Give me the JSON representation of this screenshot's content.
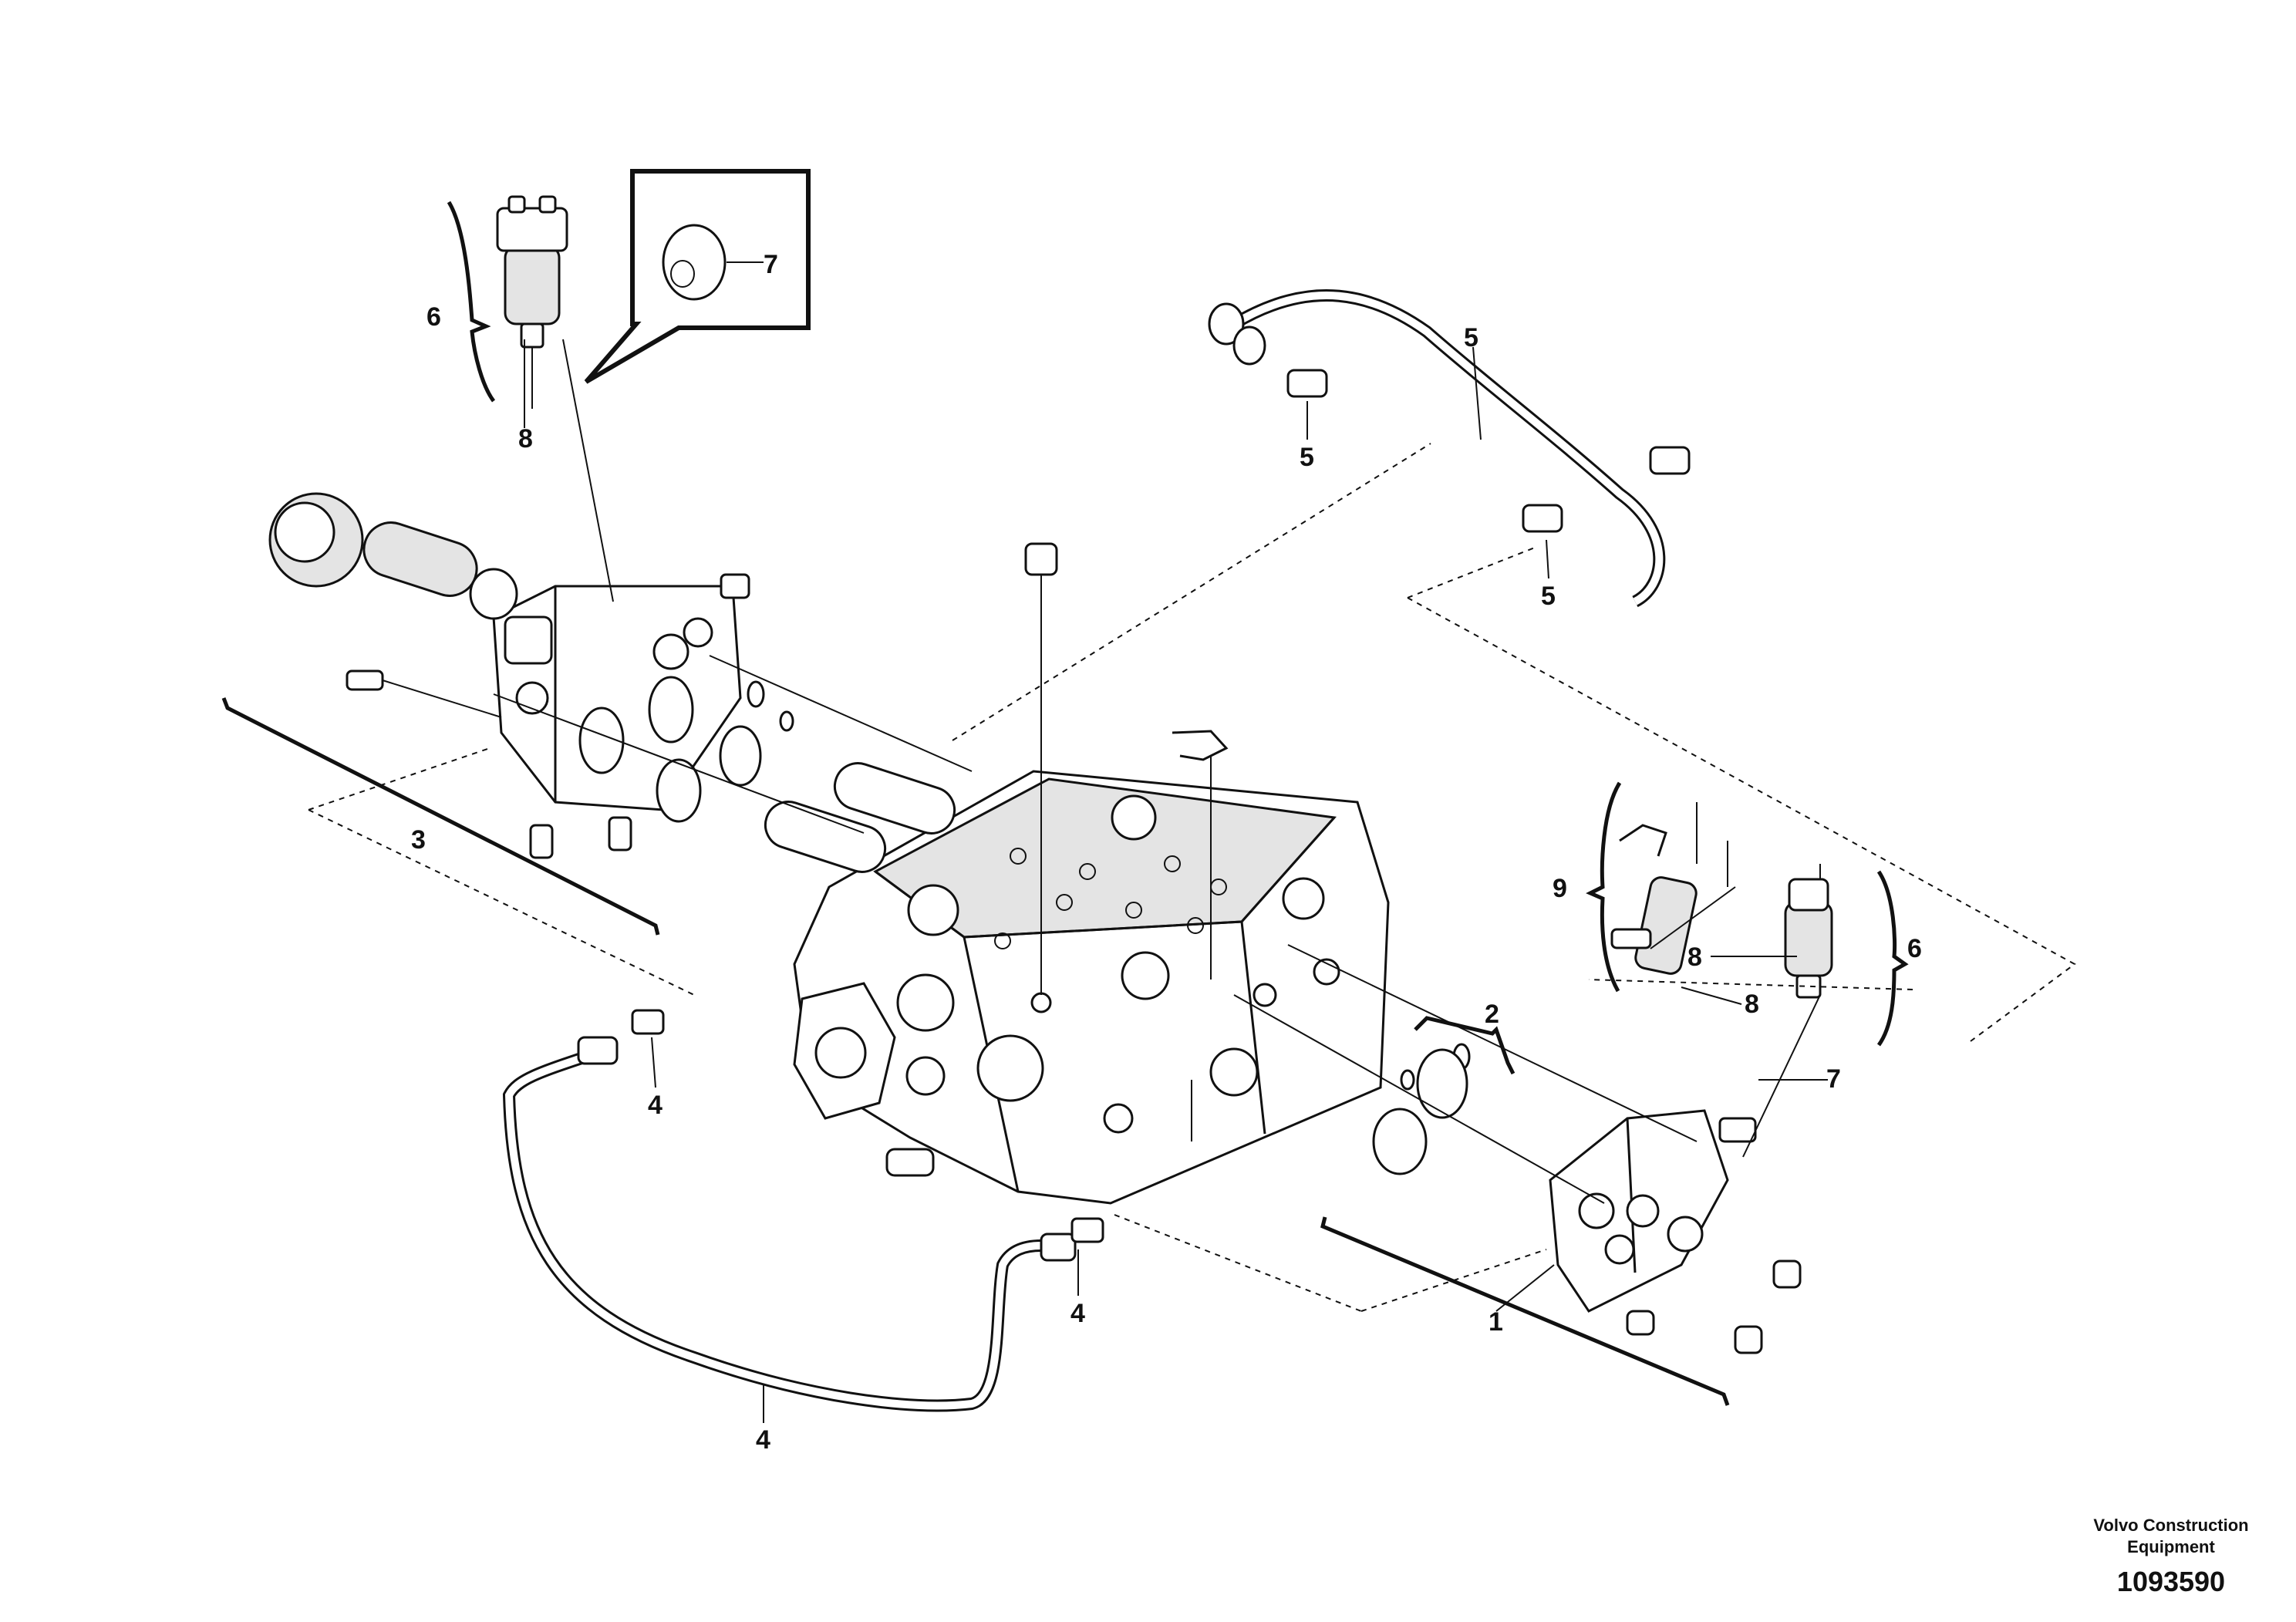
{
  "callouts": {
    "c1": "1",
    "c2": "2",
    "c3": "3",
    "c4a": "4",
    "c4b": "4",
    "c4c": "4",
    "c5a": "5",
    "c5b": "5",
    "c5c": "5",
    "c6a": "6",
    "c6b": "6",
    "c7a": "7",
    "c7b": "7",
    "c8a": "8",
    "c8b": "8",
    "c8c": "8",
    "c9": "9"
  },
  "credit": {
    "line1": "Volvo Construction",
    "line2": "Equipment",
    "ref_number": "1093590"
  }
}
